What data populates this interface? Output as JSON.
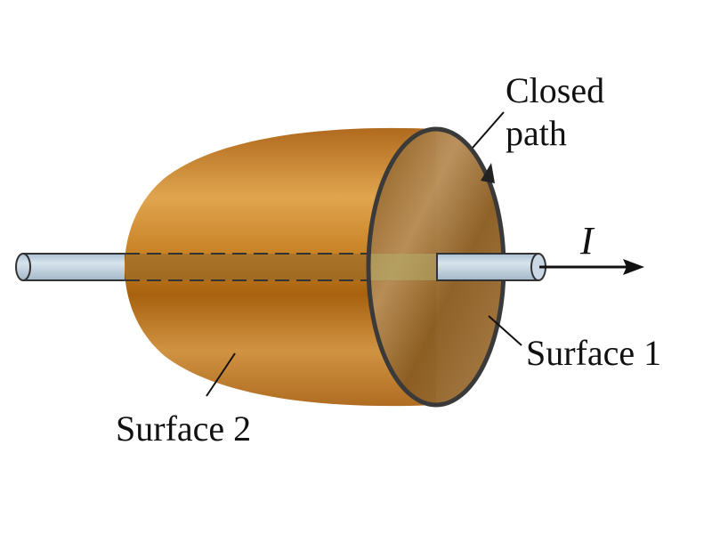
{
  "labels": {
    "closed_path_line1": "Closed",
    "closed_path_line2": "path",
    "current": "I",
    "surface1": "Surface 1",
    "surface2": "Surface 2"
  },
  "colors": {
    "surface_orange": "#c9802a",
    "surface_dark": "#a4601a",
    "wire": "#b9ccdb",
    "outline": "#333333"
  },
  "icons": {
    "current_arrow": "right-arrow-icon"
  }
}
